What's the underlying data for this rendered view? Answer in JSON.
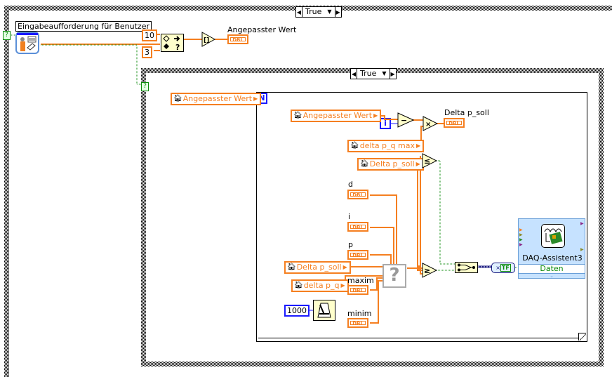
{
  "outer_case": {
    "selector_value": "True"
  },
  "inner_case": {
    "selector_value": "True"
  },
  "prompt_user": {
    "label": "Eingabeaufforderung für Benutzer",
    "icon": "user-prompt-icon"
  },
  "constants": {
    "ten": "10",
    "three": "3",
    "wait_ms": "1000"
  },
  "indicators": {
    "angepasster_wert": {
      "label": "Angepasster Wert",
      "type": "DBL"
    },
    "delta_p_soll": {
      "label": "Delta p_soll",
      "type": "DBL"
    }
  },
  "controls": {
    "d": {
      "label": "d",
      "type": "DBL"
    },
    "i": {
      "label": "i",
      "type": "DBL"
    },
    "p": {
      "label": "p",
      "type": "DBL"
    },
    "maxim": {
      "label": "maxim",
      "type": "DBL"
    },
    "minim": {
      "label": "minim",
      "type": "DBL"
    }
  },
  "local_variables": {
    "angepasster_wert_outer": "Angepasster Wert",
    "angepasster_wert_inner": "Angepasster Wert",
    "delta_p_q_max": "delta p_q max",
    "delta_p_soll_top": "Delta p_soll",
    "delta_p_soll_bottom": "Delta p_soll",
    "delta_p_q": "delta p_q"
  },
  "loop": {
    "count_terminal": "N",
    "iteration_terminal": "i"
  },
  "functions": {
    "subtract": "−",
    "multiply": "×",
    "less_equal": "≤",
    "greater_equal": "≥",
    "index_array": "[]",
    "unknown_subvi": "?",
    "bool_tunnel": "?"
  },
  "daq": {
    "title": "DAQ-Assistent3",
    "terminal": "Daten",
    "conversion_label": "TF"
  }
}
